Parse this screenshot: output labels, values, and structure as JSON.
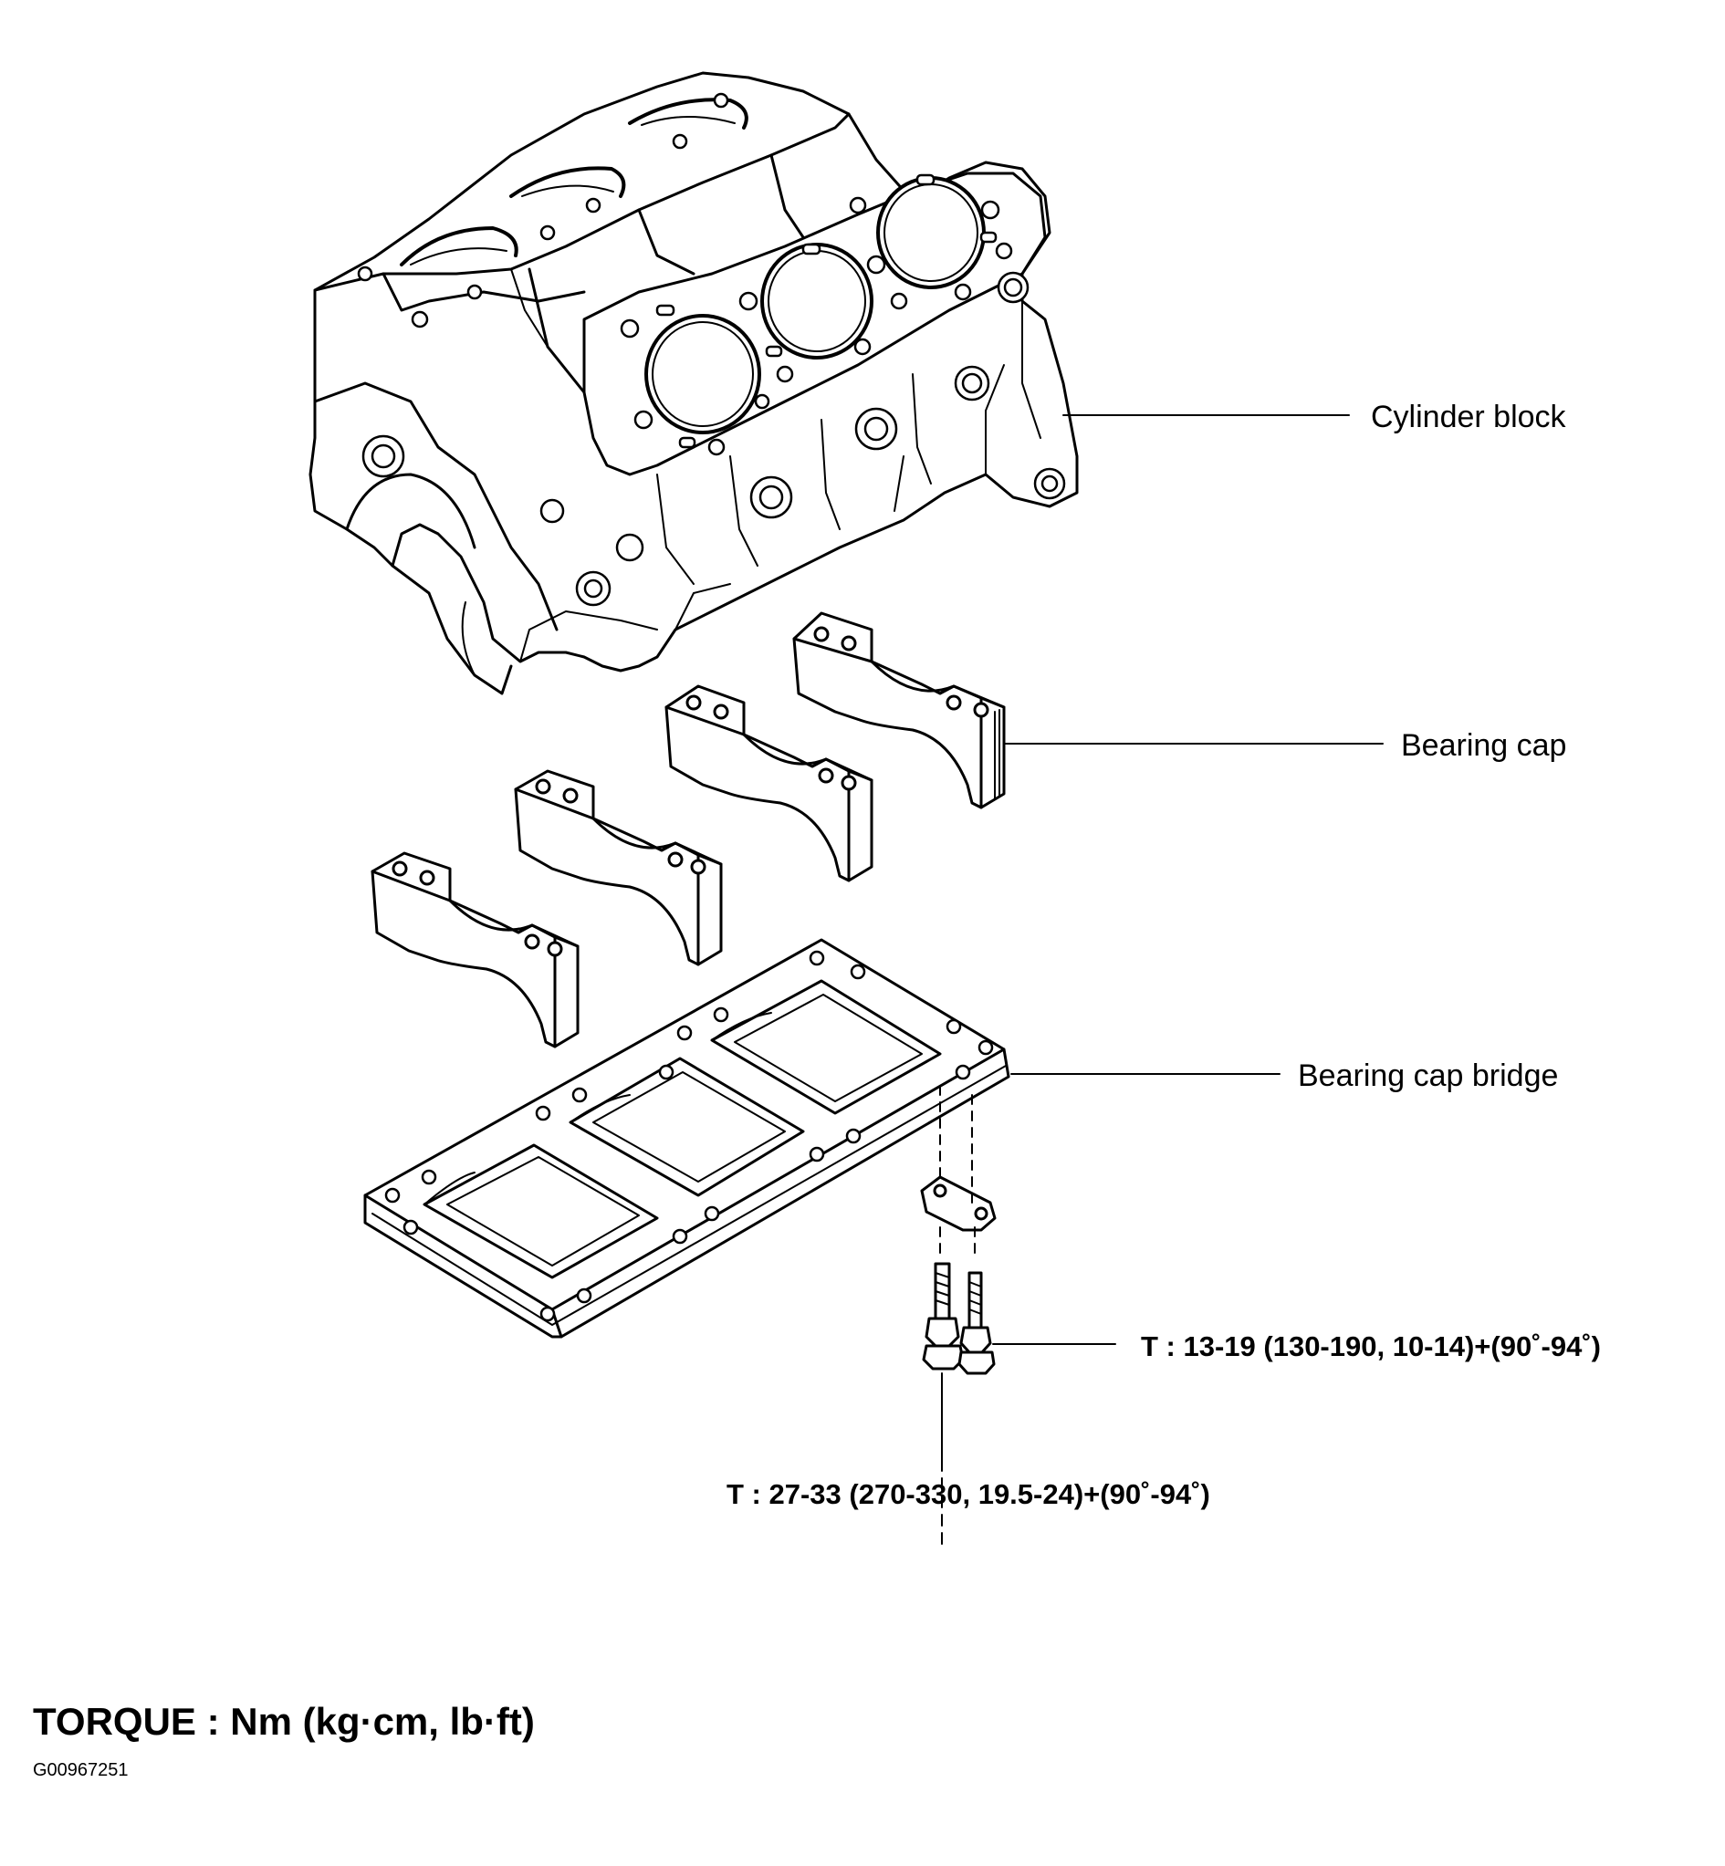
{
  "labels": {
    "cylinder_block": "Cylinder block",
    "bearing_cap": "Bearing cap",
    "bearing_cap_bridge": "Bearing cap bridge",
    "torque_small_bolt": "T : 13-19 (130-190, 10-14)+(90˚-94˚)",
    "torque_large_bolt": "T : 27-33 (270-330, 19.5-24)+(90˚-94˚)"
  },
  "legend": {
    "torque_units": "TORQUE : Nm (kg·cm, lb·ft)"
  },
  "figure_code": "G00967251",
  "colors": {
    "ink": "#000000",
    "paper": "#ffffff"
  }
}
